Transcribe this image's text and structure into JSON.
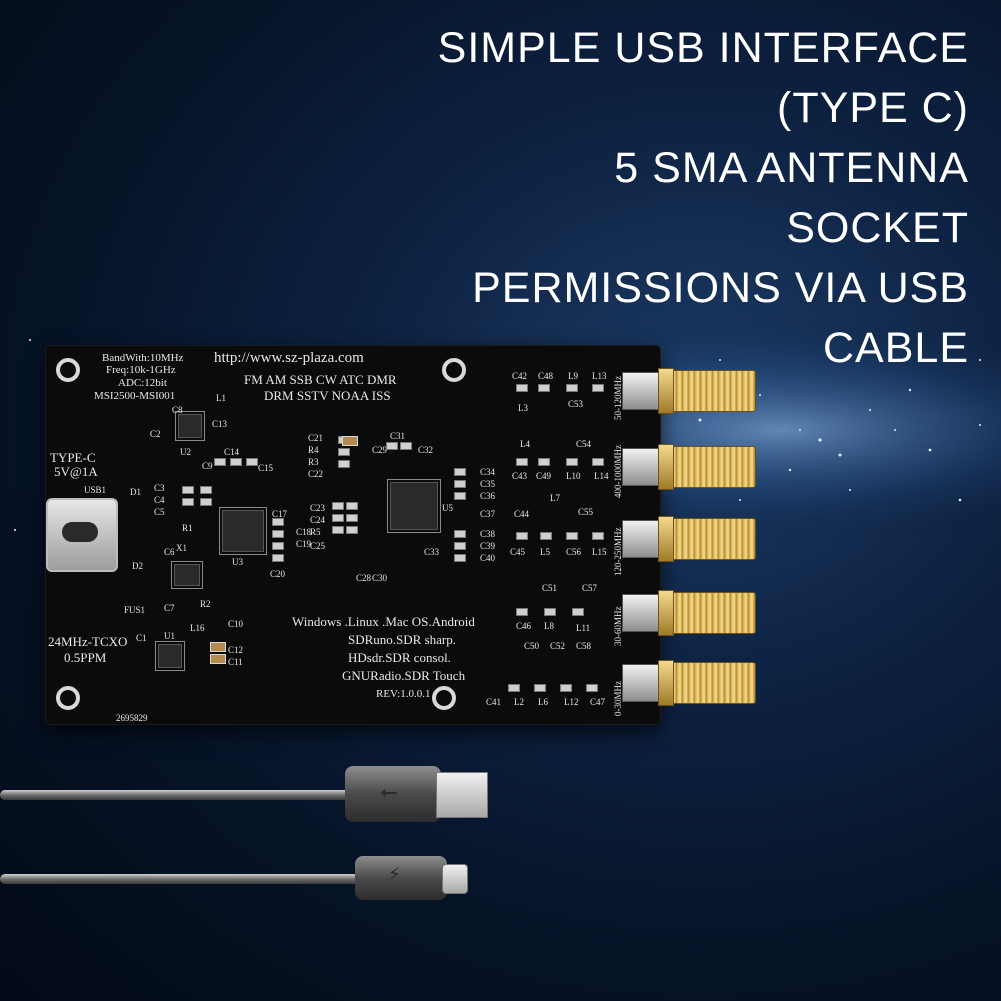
{
  "headline": {
    "lines": [
      "SIMPLE USB INTERFACE",
      "(TYPE C)",
      "5 SMA ANTENNA",
      "SOCKET",
      "PERMISSIONS VIA USB",
      "CABLE"
    ]
  },
  "pcb": {
    "spec_lines": [
      "BandWith:10MHz",
      "Freq:10k-1GHz",
      "ADC:12bit",
      "MSI2500-MSI001"
    ],
    "url": "http://www.sz-plaza.com",
    "modes_line1": "FM  AM  SSB  CW  ATC  DMR",
    "modes_line2": "DRM  SSTV  NOAA  ISS",
    "type_c": "TYPE-C",
    "power": "5V@1A",
    "usb_ref": "USB1",
    "tcxo": "24MHz-TCXO",
    "ppm": "0.5PPM",
    "software": [
      "Windows .Linux .Mac OS.Android",
      "SDRuno.SDR sharp.",
      "HDsdr.SDR consol.",
      "GNURadio.SDR Touch"
    ],
    "rev": "REV:1.0.0.1",
    "serial": "2695829",
    "bands": [
      "50-120MHz",
      "400-1000MHz",
      "120-250MHz",
      "30-60MHz",
      "0-30MHz"
    ],
    "refs": {
      "d1": "D1",
      "d2": "D2",
      "c3": "C3",
      "c4": "C4",
      "c5": "C5",
      "c6": "C6",
      "r1": "R1",
      "r2": "R2",
      "x1": "X1",
      "u1": "U1",
      "u2": "U2",
      "u3": "U3",
      "u5": "U5",
      "c1": "C1",
      "c2": "C2",
      "c7": "C7",
      "c8": "C8",
      "c9": "C9",
      "c10": "C10",
      "c11": "C11",
      "c12": "C12",
      "c13": "C13",
      "c14": "C14",
      "c15": "C15",
      "c17": "C17",
      "c18": "C18",
      "c19": "C19",
      "c20": "C20",
      "c21": "C21",
      "c22": "C22",
      "c23": "C23",
      "c24": "C24",
      "c25": "C25",
      "c28": "C28",
      "c29": "C29",
      "c30": "C30",
      "c31": "C31",
      "c32": "C32",
      "c33": "C33",
      "c34": "C34",
      "c35": "C35",
      "c36": "C36",
      "c37": "C37",
      "c38": "C38",
      "c39": "C39",
      "c40": "C40",
      "r3": "R3",
      "r4": "R4",
      "r5": "R5",
      "l1": "L1",
      "l16": "L16",
      "fus1": "FUS1",
      "c42": "C42",
      "c48": "C48",
      "l9": "L9",
      "l13": "L13",
      "l3": "L3",
      "c53": "C53",
      "l4": "L4",
      "c54": "C54",
      "c43": "C43",
      "c49": "C49",
      "l10": "L10",
      "l14": "L14",
      "c44": "C44",
      "l7": "L7",
      "c55": "C55",
      "c45": "C45",
      "l5": "L5",
      "c56": "C56",
      "l15": "L15",
      "c51": "C51",
      "c57": "C57",
      "c46": "C46",
      "l8": "L8",
      "l11": "L11",
      "c50": "C50",
      "c52": "C52",
      "c58": "C58",
      "c41": "C41",
      "l2": "L2",
      "l6": "L6",
      "l12": "L12",
      "c47": "C47"
    }
  },
  "cable": {
    "usb_a_symbol": "⭠",
    "usb_c_symbol": "⚡"
  }
}
